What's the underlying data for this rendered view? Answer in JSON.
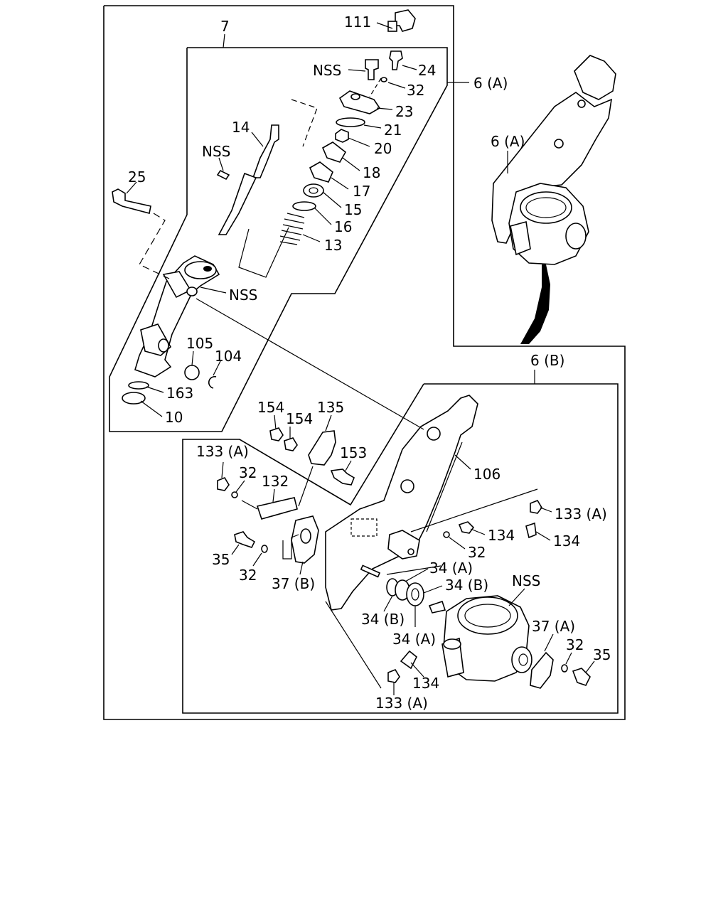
{
  "colors": {
    "ink": "#000000",
    "paper": "#ffffff"
  },
  "callouts": {
    "c111": "111",
    "nss_top": "NSS",
    "c24": "24",
    "c32_top": "32",
    "c23": "23",
    "c21": "21",
    "c20": "20",
    "c18": "18",
    "c17": "17",
    "c15": "15",
    "c16": "16",
    "c13": "13",
    "c14": "14",
    "nss_pin": "NSS",
    "c25": "25",
    "nss_body": "NSS",
    "c105": "105",
    "c104": "104",
    "c163": "163",
    "c10": "10",
    "c7": "7",
    "c6a_box": "6 (A)",
    "c6a_img": "6 (A)",
    "c6b": "6 (B)",
    "c154a": "154",
    "c154b": "154",
    "c135": "135",
    "c153": "153",
    "c133a_l": "133 (A)",
    "c32_l": "32",
    "c132": "132",
    "c106": "106",
    "c133a_r": "133 (A)",
    "c134_r1": "134",
    "c134_r2": "134",
    "c32_r": "32",
    "c35_l": "35",
    "c32_ll": "32",
    "c37b": "37 (B)",
    "c34a_top": "34 (A)",
    "c34b_r": "34 (B)",
    "c34b_l": "34 (B)",
    "c34a_bot": "34 (A)",
    "nss_throttle": "NSS",
    "c37a": "37 (A)",
    "c32_br": "32",
    "c35_r": "35",
    "c134_b": "134",
    "c133a_b": "133 (A)"
  }
}
